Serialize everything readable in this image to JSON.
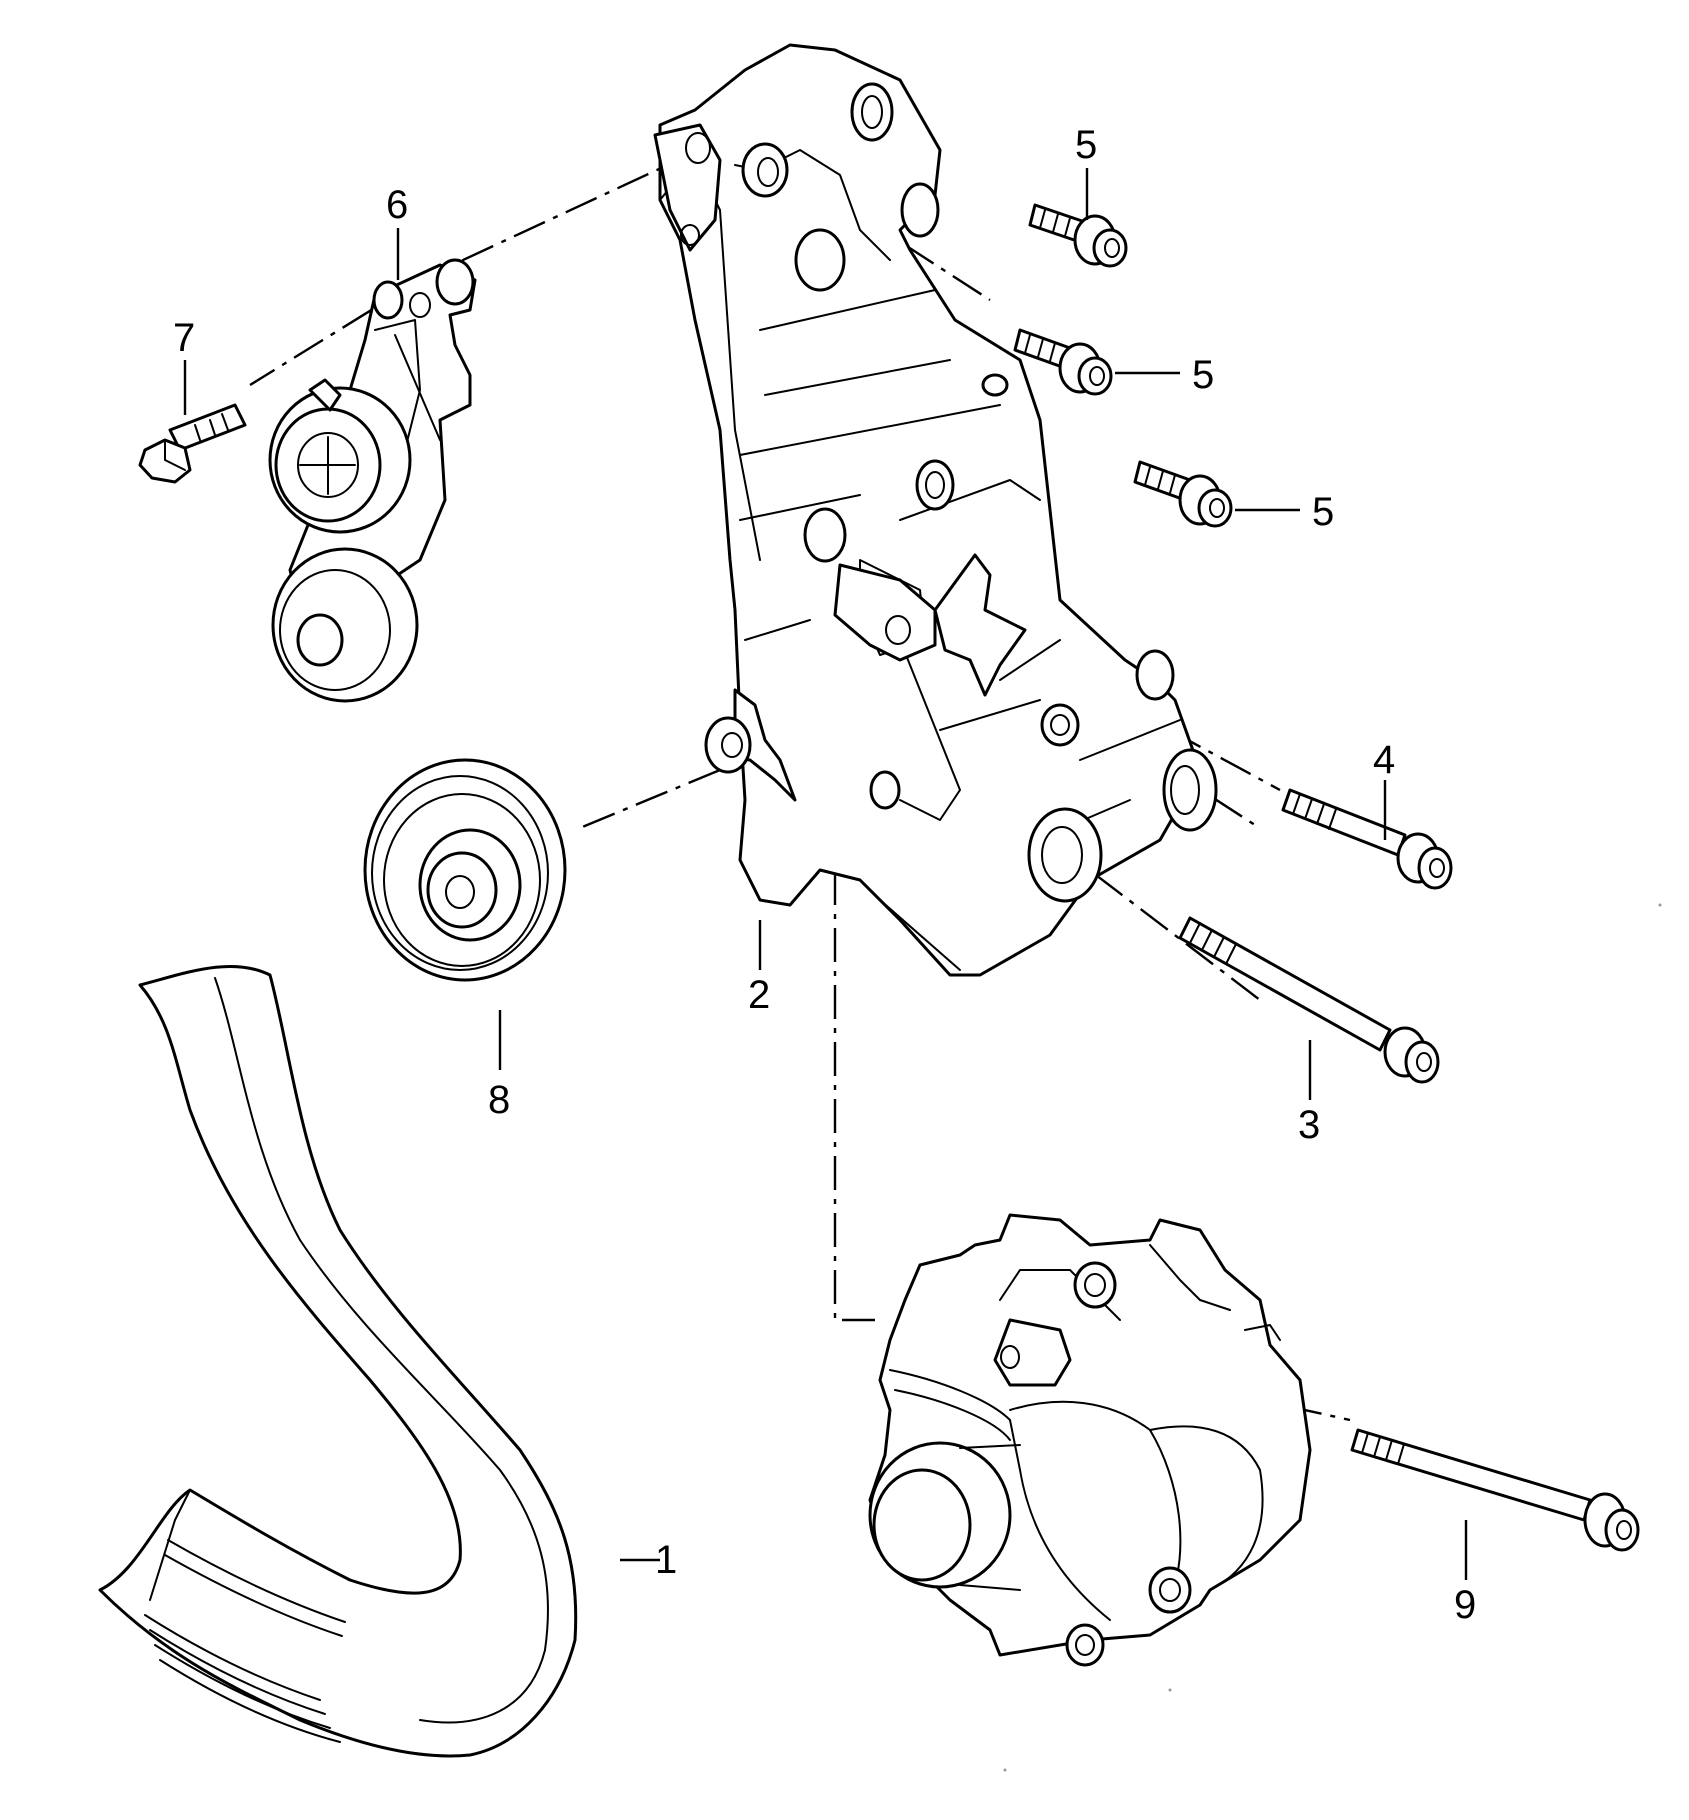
{
  "callouts": [
    {
      "id": "1",
      "text": "1"
    },
    {
      "id": "2",
      "text": "2"
    },
    {
      "id": "3",
      "text": "3"
    },
    {
      "id": "4",
      "text": "4"
    },
    {
      "id": "5a",
      "text": "5"
    },
    {
      "id": "5b",
      "text": "5"
    },
    {
      "id": "5c",
      "text": "5"
    },
    {
      "id": "6",
      "text": "6"
    },
    {
      "id": "7",
      "text": "7"
    },
    {
      "id": "8",
      "text": "8"
    },
    {
      "id": "9",
      "text": "9"
    }
  ],
  "colors": {
    "line": "#000000",
    "background": "#ffffff"
  }
}
